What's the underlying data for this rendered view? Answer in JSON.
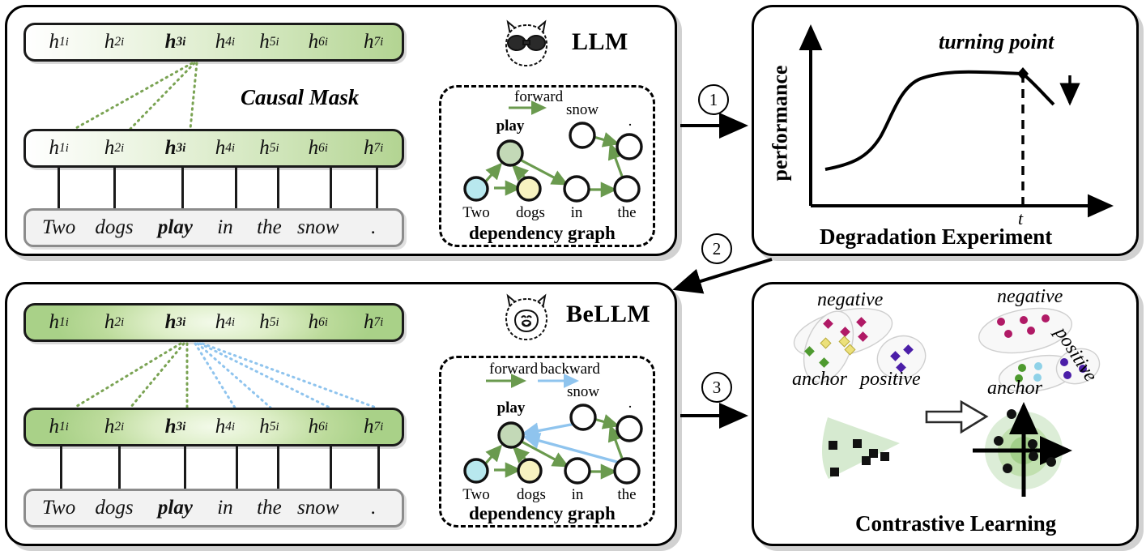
{
  "panels": {
    "llm": {
      "model_name": "LLM",
      "model_icon": "llama-sunglasses-icon",
      "mask_label": "Causal Mask",
      "top_row": [
        {
          "base": "h",
          "sub": "1",
          "sup": "i",
          "bold": false
        },
        {
          "base": "h",
          "sub": "2",
          "sup": "i",
          "bold": false
        },
        {
          "base": "h",
          "sub": "3",
          "sup": "i",
          "bold": true
        },
        {
          "base": "h",
          "sub": "4",
          "sup": "i",
          "bold": false
        },
        {
          "base": "h",
          "sub": "5",
          "sup": "i",
          "bold": false
        },
        {
          "base": "h",
          "sub": "6",
          "sup": "i",
          "bold": false
        },
        {
          "base": "h",
          "sub": "7",
          "sup": "i",
          "bold": false
        }
      ],
      "bottom_row": [
        {
          "base": "h",
          "sub": "1",
          "sup": "i",
          "bold": false
        },
        {
          "base": "h",
          "sub": "2",
          "sup": "i",
          "bold": false
        },
        {
          "base": "h",
          "sub": "3",
          "sup": "i",
          "bold": true
        },
        {
          "base": "h",
          "sub": "4",
          "sup": "i",
          "bold": false
        },
        {
          "base": "h",
          "sub": "5",
          "sup": "i",
          "bold": false
        },
        {
          "base": "h",
          "sub": "6",
          "sup": "i",
          "bold": false
        },
        {
          "base": "h",
          "sub": "7",
          "sup": "i",
          "bold": false
        }
      ],
      "sentence": [
        {
          "text": "Two",
          "bold": false
        },
        {
          "text": "dogs",
          "bold": false
        },
        {
          "text": "play",
          "bold": true
        },
        {
          "text": "in",
          "bold": false
        },
        {
          "text": "the",
          "bold": false
        },
        {
          "text": "snow",
          "bold": false
        },
        {
          "text": ".",
          "bold": false
        }
      ],
      "graph": {
        "title": "dependency graph",
        "legend": [
          {
            "label": "forward",
            "color": "#6a9a4e"
          }
        ],
        "nodes": [
          {
            "id": "two",
            "label": "Two",
            "fill": "#b8e8ee"
          },
          {
            "id": "dogs",
            "label": "dogs",
            "fill": "#f7f2c0"
          },
          {
            "id": "play",
            "label": "play",
            "fill": "#c3d9b7"
          },
          {
            "id": "in",
            "label": "in",
            "fill": "#ffffff"
          },
          {
            "id": "the",
            "label": "the",
            "fill": "#ffffff"
          },
          {
            "id": "snow",
            "label": "snow",
            "fill": "#ffffff"
          },
          {
            "id": "dot",
            "label": ".",
            "fill": "#ffffff"
          }
        ]
      }
    },
    "bellm": {
      "model_name": "BeLLM",
      "model_icon": "llama-icon",
      "top_row": [
        {
          "base": "h",
          "sub": "1",
          "sup": "i",
          "bold": false
        },
        {
          "base": "h",
          "sub": "2",
          "sup": "i",
          "bold": false
        },
        {
          "base": "h",
          "sub": "3",
          "sup": "i",
          "bold": true
        },
        {
          "base": "h",
          "sub": "4",
          "sup": "i",
          "bold": false
        },
        {
          "base": "h",
          "sub": "5",
          "sup": "i",
          "bold": false
        },
        {
          "base": "h",
          "sub": "6",
          "sup": "i",
          "bold": false
        },
        {
          "base": "h",
          "sub": "7",
          "sup": "i",
          "bold": false
        }
      ],
      "bottom_row": [
        {
          "base": "h",
          "sub": "1",
          "sup": "i",
          "bold": false
        },
        {
          "base": "h",
          "sub": "2",
          "sup": "i",
          "bold": false
        },
        {
          "base": "h",
          "sub": "3",
          "sup": "i",
          "bold": true
        },
        {
          "base": "h",
          "sub": "4",
          "sup": "i",
          "bold": false
        },
        {
          "base": "h",
          "sub": "5",
          "sup": "i",
          "bold": false
        },
        {
          "base": "h",
          "sub": "6",
          "sup": "i",
          "bold": false
        },
        {
          "base": "h",
          "sub": "7",
          "sup": "i",
          "bold": false
        }
      ],
      "sentence": [
        {
          "text": "Two",
          "bold": false
        },
        {
          "text": "dogs",
          "bold": false
        },
        {
          "text": "play",
          "bold": true
        },
        {
          "text": "in",
          "bold": false
        },
        {
          "text": "the",
          "bold": false
        },
        {
          "text": "snow",
          "bold": false
        },
        {
          "text": ".",
          "bold": false
        }
      ],
      "graph": {
        "title": "dependency graph",
        "legend": [
          {
            "label": "forward",
            "color": "#6a9a4e"
          },
          {
            "label": "backward",
            "color": "#8fc4ee"
          }
        ],
        "nodes": [
          {
            "id": "two",
            "label": "Two",
            "fill": "#b8e8ee"
          },
          {
            "id": "dogs",
            "label": "dogs",
            "fill": "#f7f2c0"
          },
          {
            "id": "play",
            "label": "play",
            "fill": "#c3d9b7"
          },
          {
            "id": "in",
            "label": "in",
            "fill": "#ffffff"
          },
          {
            "id": "the",
            "label": "the",
            "fill": "#ffffff"
          },
          {
            "id": "snow",
            "label": "snow",
            "fill": "#ffffff"
          },
          {
            "id": "dot",
            "label": ".",
            "fill": "#ffffff"
          }
        ]
      }
    },
    "degradation": {
      "caption": "Degradation Experiment",
      "y_axis_label": "performance",
      "annotation": "turning point",
      "x_tick_label": "t"
    },
    "contrastive": {
      "caption": "Contrastive Learning",
      "before": {
        "negative_label": "negative",
        "anchor_label": "anchor",
        "positive_label": "positive"
      },
      "after": {
        "negative_label": "negative",
        "anchor_label": "anchor",
        "positive_label": "positive"
      }
    }
  },
  "connectors": [
    {
      "id": "1",
      "number": "①",
      "direction": "right"
    },
    {
      "id": "2",
      "number": "②",
      "direction": "down-left"
    },
    {
      "id": "3",
      "number": "③",
      "direction": "right"
    }
  ],
  "colors": {
    "forward_arrow": "#6a9a4e",
    "backward_arrow": "#8fc4ee",
    "mask_dotted_green": "#7aa353",
    "mask_dotted_blue": "#8fc4ee",
    "bar_green": "#a9d188",
    "negative_point": "#b01a66",
    "anchor_point_green": "#4e9a2f",
    "anchor_point_yellow": "#ece07a",
    "anchor_point_blue": "#8fd2e8",
    "positive_point": "#4b1ea8",
    "cluster_fill": "#f7f7f7",
    "triangle_fill": "#d6ead0"
  },
  "chart_data": {
    "type": "line",
    "title": "Degradation Experiment",
    "xlabel": "",
    "ylabel": "performance",
    "annotations": [
      "turning point"
    ],
    "x_ticks": [
      "t"
    ],
    "grid": false,
    "legend": "none",
    "series": [
      {
        "name": "performance",
        "x": [
          0.05,
          0.15,
          0.25,
          0.35,
          0.45,
          0.5,
          0.58,
          0.68,
          0.78,
          0.86,
          0.92
        ],
        "y": [
          0.18,
          0.22,
          0.27,
          0.34,
          0.46,
          0.58,
          0.72,
          0.8,
          0.84,
          0.855,
          0.86
        ]
      },
      {
        "name": "degradation",
        "x": [
          0.92,
          1.0,
          1.06
        ],
        "y": [
          0.86,
          0.78,
          0.7
        ]
      }
    ],
    "turning_point": {
      "x": 0.92,
      "y": 0.86
    }
  }
}
